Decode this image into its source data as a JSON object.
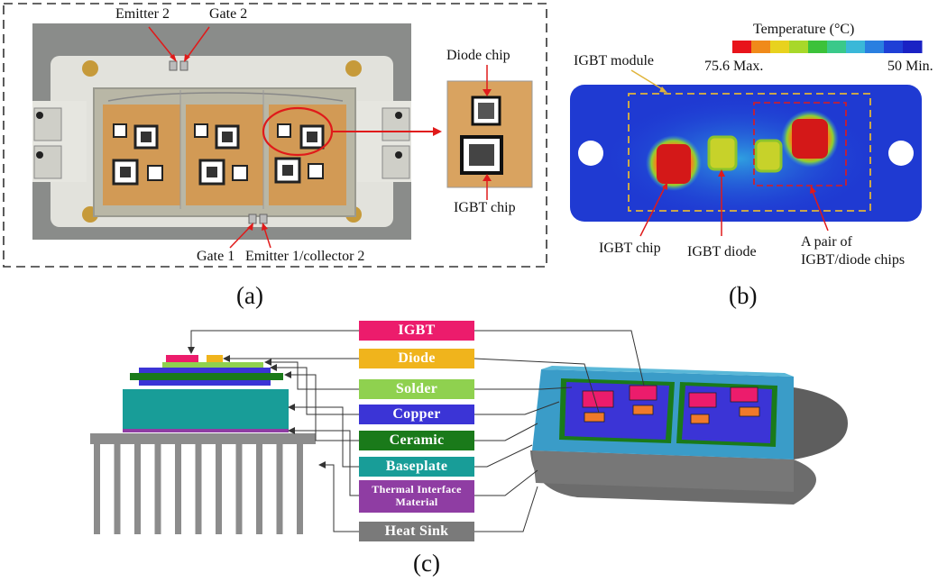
{
  "panel_a": {
    "caption": "(a)",
    "labels": {
      "emitter2": "Emitter 2",
      "gate2": "Gate 2",
      "gate1": "Gate 1",
      "emitter1": "Emitter 1/collector 2",
      "diode_chip": "Diode chip",
      "igbt_chip": "IGBT chip"
    }
  },
  "panel_b": {
    "caption": "(b)",
    "legend_title": "Temperature (°C)",
    "legend_max": "75.6 Max.",
    "legend_min": "50 Min.",
    "legend_colors": [
      "#e8141b",
      "#f08a1a",
      "#e8d21e",
      "#a8d82a",
      "#3cc23a",
      "#3ac98a",
      "#3ab8d8",
      "#2a7fe0",
      "#1f3fd6",
      "#1a22c4"
    ],
    "labels": {
      "module": "IGBT module",
      "igbt_chip": "IGBT chip",
      "igbt_diode": "IGBT diode",
      "pair_line1": "A pair of",
      "pair_line2": "IGBT/diode chips"
    }
  },
  "panel_c": {
    "caption": "(c)",
    "layers": [
      {
        "label": "IGBT",
        "color": "#ec1c6c"
      },
      {
        "label": "Diode",
        "color": "#f0b41c"
      },
      {
        "label": "Solder",
        "color": "#8fd14f"
      },
      {
        "label": "Copper",
        "color": "#3b34d6"
      },
      {
        "label": "Ceramic",
        "color": "#1a7a1a"
      },
      {
        "label": "Baseplate",
        "color": "#189d98"
      },
      {
        "label_line1": "Thermal Interface",
        "label_line2": "Material",
        "color": "#8f3da3"
      },
      {
        "label": "Heat Sink",
        "color": "#7a7a7a"
      }
    ]
  }
}
